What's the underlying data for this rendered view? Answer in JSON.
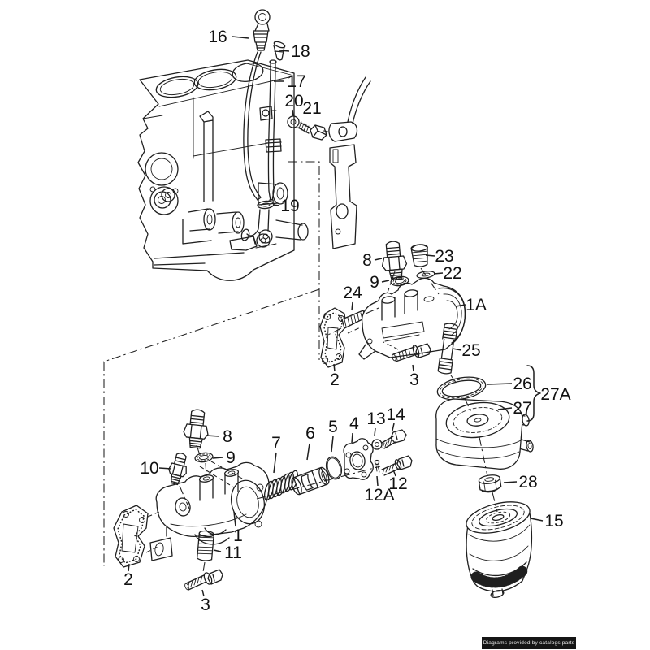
{
  "colors": {
    "line": "#1f1f1f",
    "label": "#111111",
    "bg": "#ffffff",
    "wm-bg": "#151515",
    "wm-fg": "#e9e9e9"
  },
  "watermark": {
    "text": "Diagrams provided by catalogs parts"
  },
  "labels": [
    {
      "text": "16"
    },
    {
      "text": "18"
    },
    {
      "text": "17"
    },
    {
      "text": "20"
    },
    {
      "text": "21"
    },
    {
      "text": "19"
    },
    {
      "text": "8"
    },
    {
      "text": "23"
    },
    {
      "text": "22"
    },
    {
      "text": "9"
    },
    {
      "text": "24"
    },
    {
      "text": "1A"
    },
    {
      "text": "2"
    },
    {
      "text": "3"
    },
    {
      "text": "25"
    },
    {
      "text": "26"
    },
    {
      "text": "27"
    },
    {
      "text": "27A"
    },
    {
      "text": "28"
    },
    {
      "text": "15"
    },
    {
      "text": "8"
    },
    {
      "text": "9"
    },
    {
      "text": "10"
    },
    {
      "text": "7"
    },
    {
      "text": "6"
    },
    {
      "text": "5"
    },
    {
      "text": "4"
    },
    {
      "text": "13"
    },
    {
      "text": "14"
    },
    {
      "text": "12"
    },
    {
      "text": "12A"
    },
    {
      "text": "1"
    },
    {
      "text": "11"
    },
    {
      "text": "2"
    },
    {
      "text": "3"
    }
  ]
}
